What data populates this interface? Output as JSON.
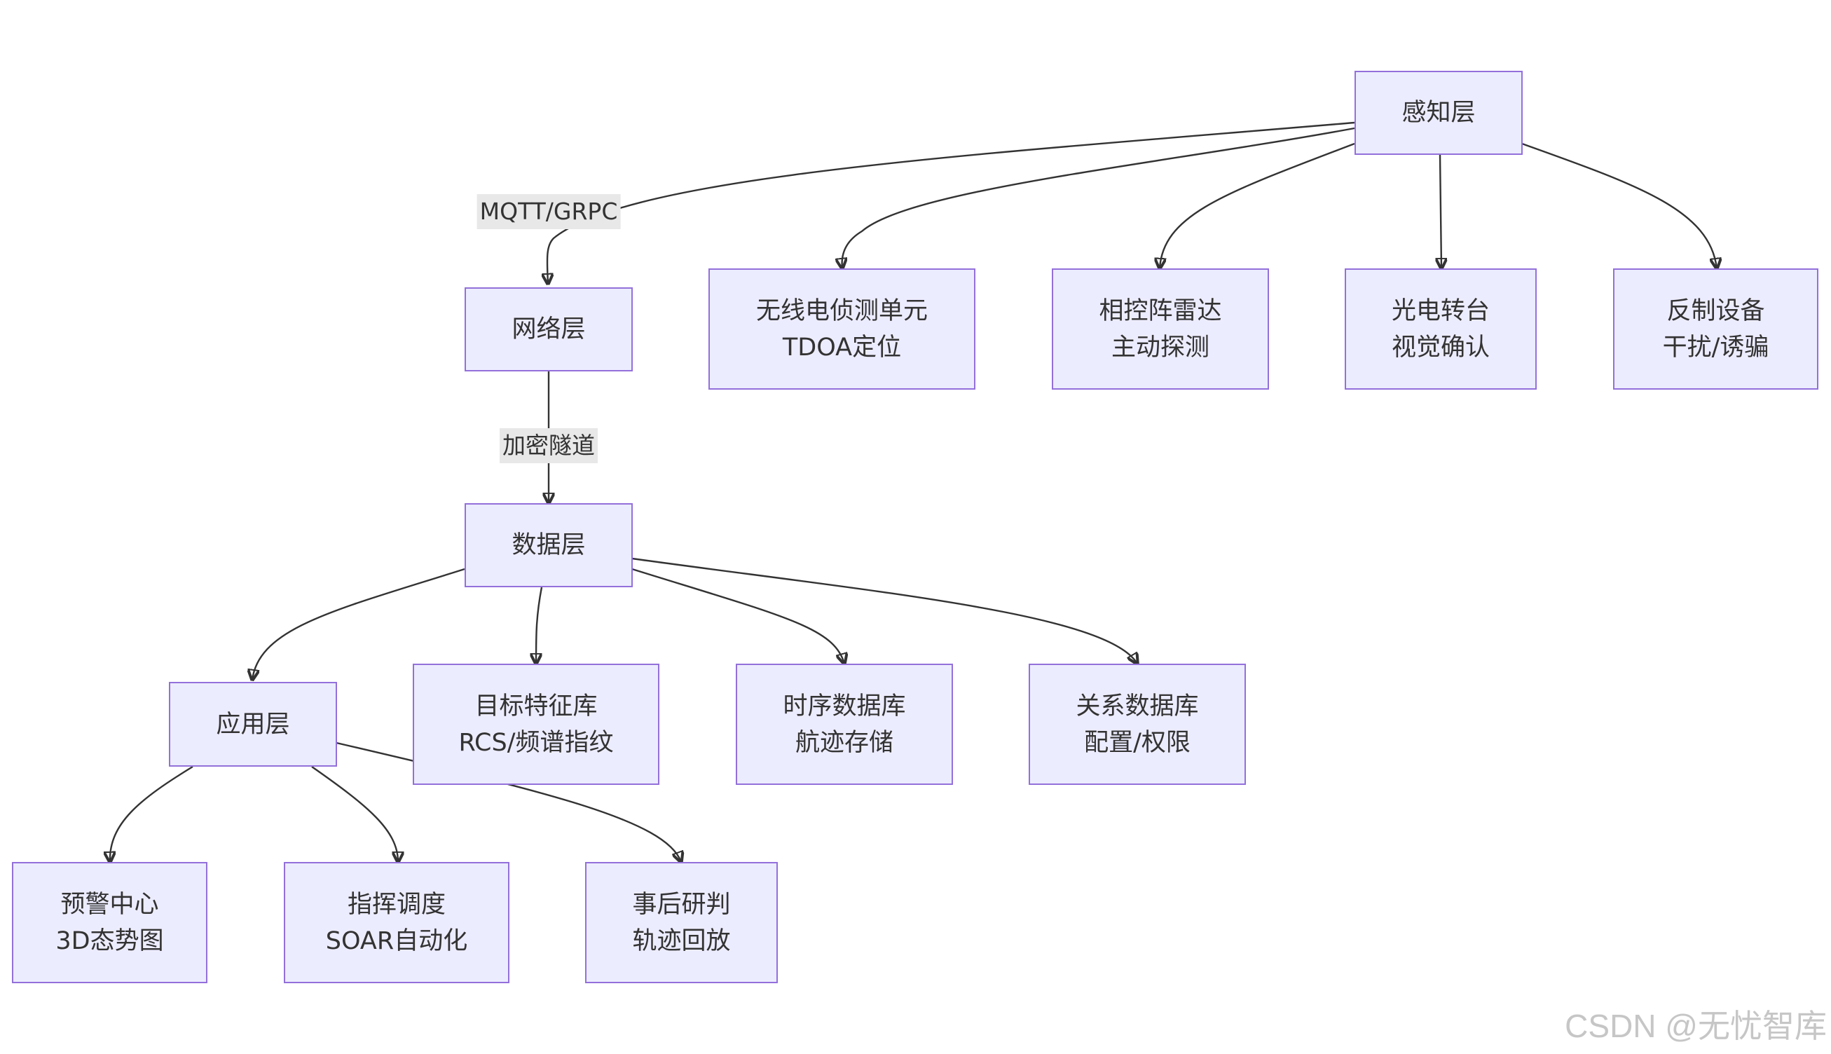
{
  "diagram": {
    "nodes": {
      "perception": {
        "line1": "感知层",
        "line2": ""
      },
      "network": {
        "line1": "网络层",
        "line2": ""
      },
      "radio": {
        "line1": "无线电侦测单元",
        "line2": "TDOA定位"
      },
      "radar": {
        "line1": "相控阵雷达",
        "line2": "主动探测"
      },
      "eo": {
        "line1": "光电转台",
        "line2": "视觉确认"
      },
      "counter": {
        "line1": "反制设备",
        "line2": "干扰/诱骗"
      },
      "data": {
        "line1": "数据层",
        "line2": ""
      },
      "target": {
        "line1": "目标特征库",
        "line2": "RCS/频谱指纹"
      },
      "timeseries": {
        "line1": "时序数据库",
        "line2": "航迹存储"
      },
      "relational": {
        "line1": "关系数据库",
        "line2": "配置/权限"
      },
      "app": {
        "line1": "应用层",
        "line2": ""
      },
      "warning": {
        "line1": "预警中心",
        "line2": "3D态势图"
      },
      "command": {
        "line1": "指挥调度",
        "line2": "SOAR自动化"
      },
      "review": {
        "line1": "事后研判",
        "line2": "轨迹回放"
      }
    },
    "edge_labels": {
      "mqtt": "MQTT/GRPC",
      "tunnel": "加密隧道"
    },
    "edges": [
      {
        "from": "perception",
        "to": "network",
        "label": "MQTT/GRPC"
      },
      {
        "from": "perception",
        "to": "radio"
      },
      {
        "from": "perception",
        "to": "radar"
      },
      {
        "from": "perception",
        "to": "eo"
      },
      {
        "from": "perception",
        "to": "counter"
      },
      {
        "from": "network",
        "to": "data",
        "label": "加密隧道"
      },
      {
        "from": "data",
        "to": "app"
      },
      {
        "from": "data",
        "to": "target"
      },
      {
        "from": "data",
        "to": "timeseries"
      },
      {
        "from": "data",
        "to": "relational"
      },
      {
        "from": "app",
        "to": "warning"
      },
      {
        "from": "app",
        "to": "command"
      },
      {
        "from": "app",
        "to": "review"
      }
    ],
    "colors": {
      "node_fill": "#ECECFF",
      "node_border": "#9370DB",
      "edge": "#333333",
      "text": "#333333",
      "label_bg": "#e8e8e8"
    }
  },
  "watermark": "CSDN @无忧智库"
}
